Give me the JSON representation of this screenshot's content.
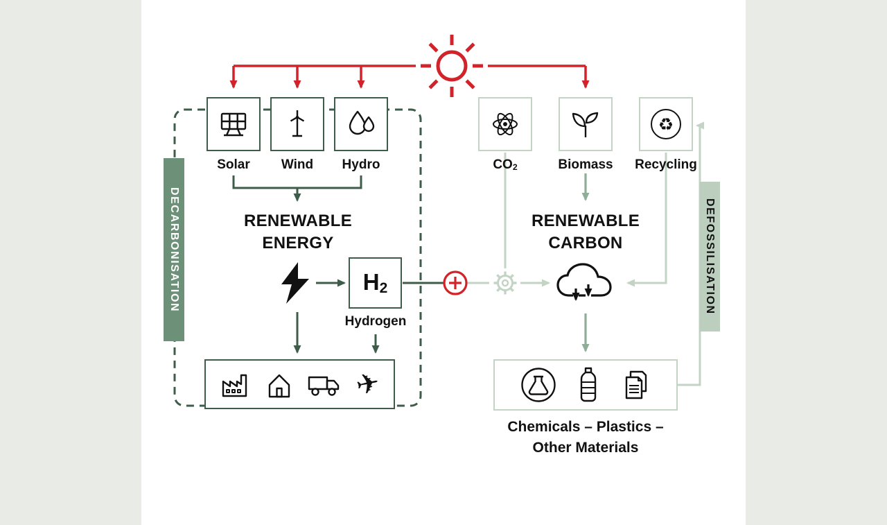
{
  "colors": {
    "red": "#d2232a",
    "dark_green": "#3d5c49",
    "mid_green": "#8fae97",
    "light_green": "#c3d4c5",
    "badge_dark_bg": "#6d9078",
    "badge_light_bg": "#bccfbe",
    "panel_bg": "#e9ebe7",
    "ink": "#111111"
  },
  "badges": {
    "left": "DECARBONISATION",
    "right": "DEFOSSILISATION"
  },
  "energy_sources": [
    {
      "label": "Solar",
      "icon": "solar-panel-icon"
    },
    {
      "label": "Wind",
      "icon": "wind-turbine-icon"
    },
    {
      "label": "Hydro",
      "icon": "water-drops-icon"
    }
  ],
  "carbon_sources": [
    {
      "label_base": "CO",
      "label_sub": "2",
      "icon": "atom-icon"
    },
    {
      "label": "Biomass",
      "icon": "seedling-icon"
    },
    {
      "label": "Recycling",
      "icon": "recycling-icon"
    }
  ],
  "renewable_energy": {
    "line1": "RENEWABLE",
    "line2": "ENERGY"
  },
  "renewable_carbon": {
    "line1": "RENEWABLE",
    "line2": "CARBON"
  },
  "hydrogen": {
    "symbol_base": "H",
    "symbol_sub": "2",
    "label": "Hydrogen"
  },
  "products_caption": {
    "line1": "Chemicals – Plastics –",
    "line2": "Other Materials"
  },
  "glyphs": {
    "recycling": "♻",
    "airplane": "✈"
  }
}
